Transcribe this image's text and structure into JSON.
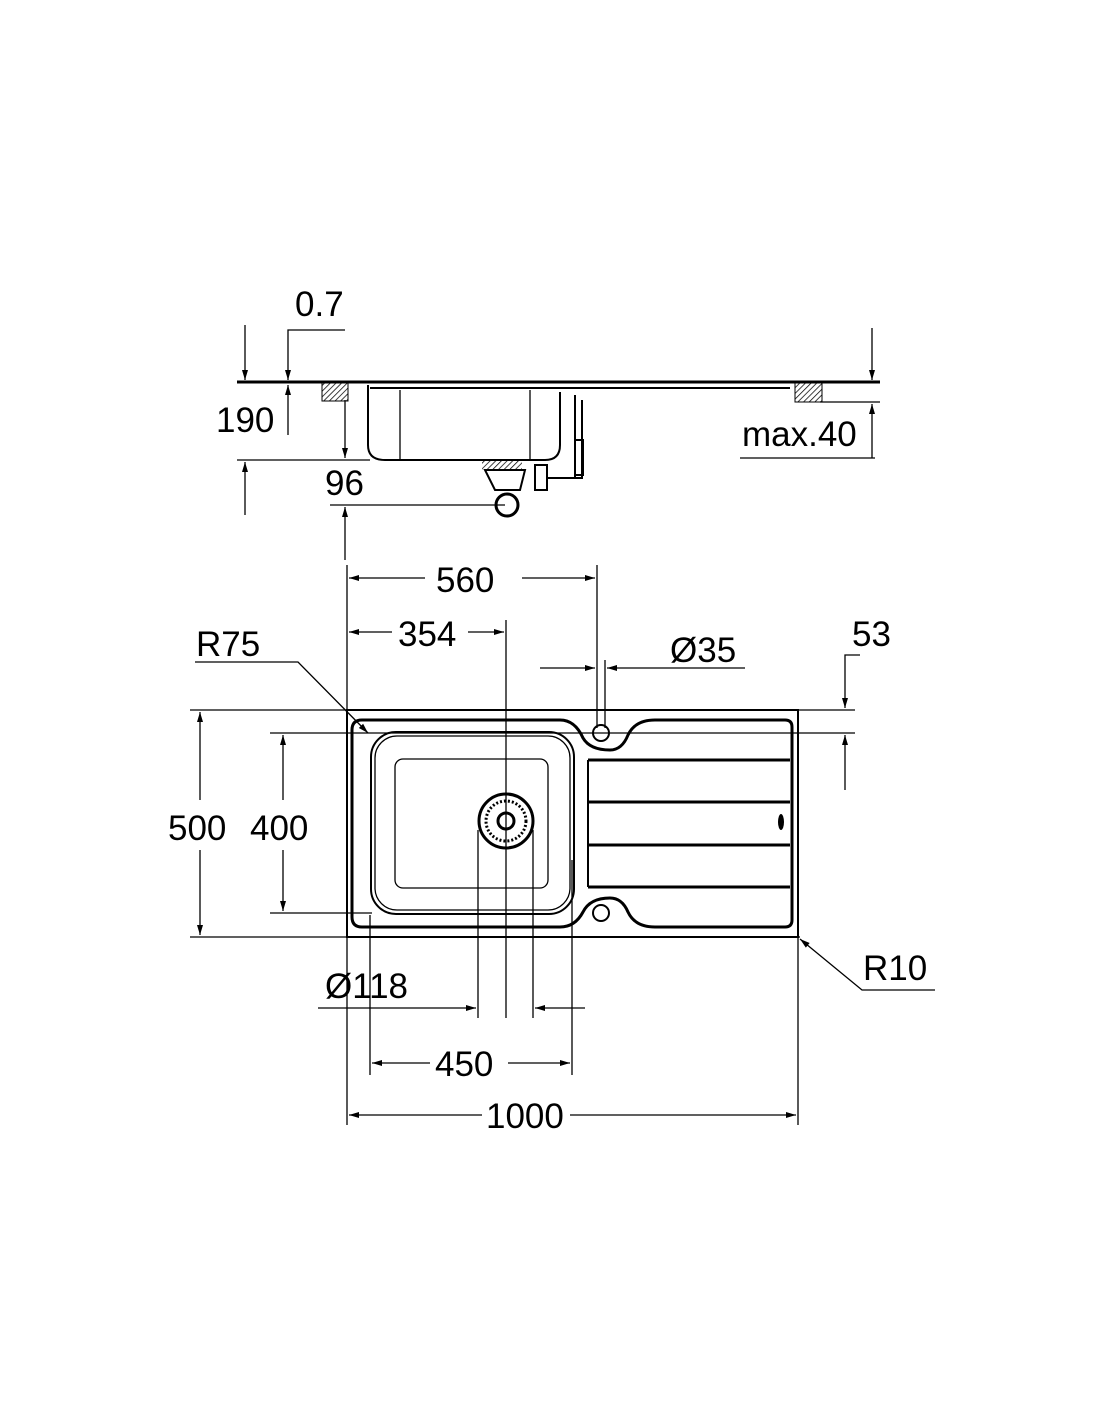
{
  "side_view": {
    "sheet_thickness": "0.7",
    "total_depth": "190",
    "bowl_depth": "96",
    "worktop_max": "max.40"
  },
  "top_view": {
    "tap_offset": "560",
    "drain_offset": "354",
    "tap_hole": "Ø35",
    "tap_hole_edge": "53",
    "bowl_radius": "R75",
    "width": "500",
    "bowl_width": "400",
    "drain_diameter": "Ø118",
    "corner_radius": "R10",
    "bowl_length": "450",
    "length": "1000"
  }
}
